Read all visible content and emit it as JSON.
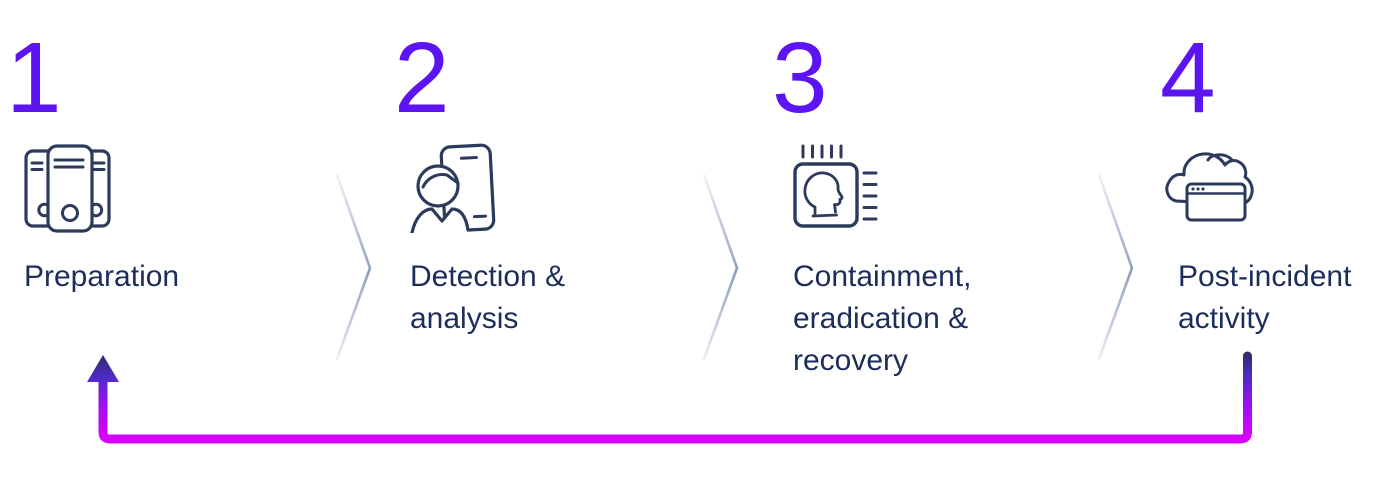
{
  "diagram": {
    "steps": [
      {
        "number": "1",
        "icon": "servers-icon",
        "label_lines": [
          "Preparation"
        ]
      },
      {
        "number": "2",
        "icon": "person-phone-icon",
        "label_lines": [
          "Detection &",
          "analysis"
        ]
      },
      {
        "number": "3",
        "icon": "ai-chip-icon",
        "label_lines": [
          "Containment,",
          "eradication &",
          "recovery"
        ]
      },
      {
        "number": "4",
        "icon": "cloud-browser-icon",
        "label_lines": [
          "Post-incident",
          "activity"
        ]
      }
    ],
    "colors": {
      "step_number": "#5c15f2",
      "label_text": "#1d2d5b",
      "icon_stroke": "#2c3a5c",
      "chevron_mid": "#8d9cc0",
      "loop_arrow_top": "#2e2c6c",
      "loop_arrow_bottom": "#d803f8"
    }
  }
}
